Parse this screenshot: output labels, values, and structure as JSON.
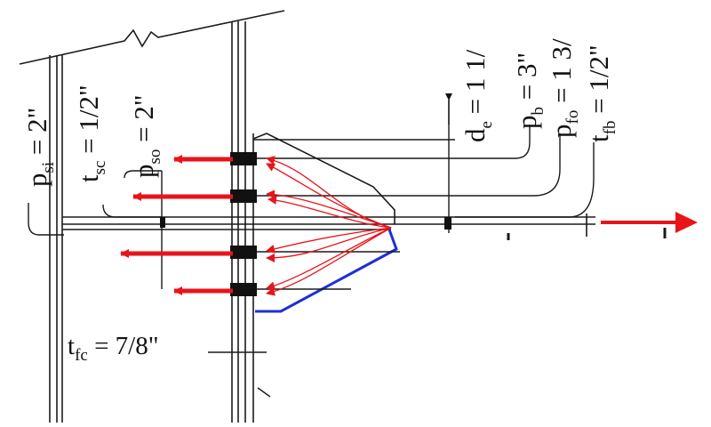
{
  "labels": {
    "psi": "p",
    "psi_sub": "si",
    "psi_val": " = 2\"",
    "tsc": "t",
    "tsc_sub": "sc",
    "tsc_val": " = 1/2\"",
    "pso": "p",
    "pso_sub": "so",
    "pso_val": " = 2\"",
    "de": "d",
    "de_sub": "e",
    "de_val": " = 1 1/",
    "pb": "p",
    "pb_sub": "b",
    "pb_val": " = 3\"",
    "pfo": "p",
    "pfo_sub": "fo",
    "pfo_val": " = 1 3/",
    "tfb": "t",
    "tfb_sub": "fb",
    "tfb_val": " = 1/2\"",
    "tfc": "t",
    "tfc_sub": "fc",
    "tfc_val": " = 7/8\""
  },
  "colors": {
    "line": "#1a1a1a",
    "force_arrow": "#e8141a",
    "stress_flow": "#e8141a",
    "stiffener_outline": "#1f2fd6",
    "bolt": "#111111"
  }
}
